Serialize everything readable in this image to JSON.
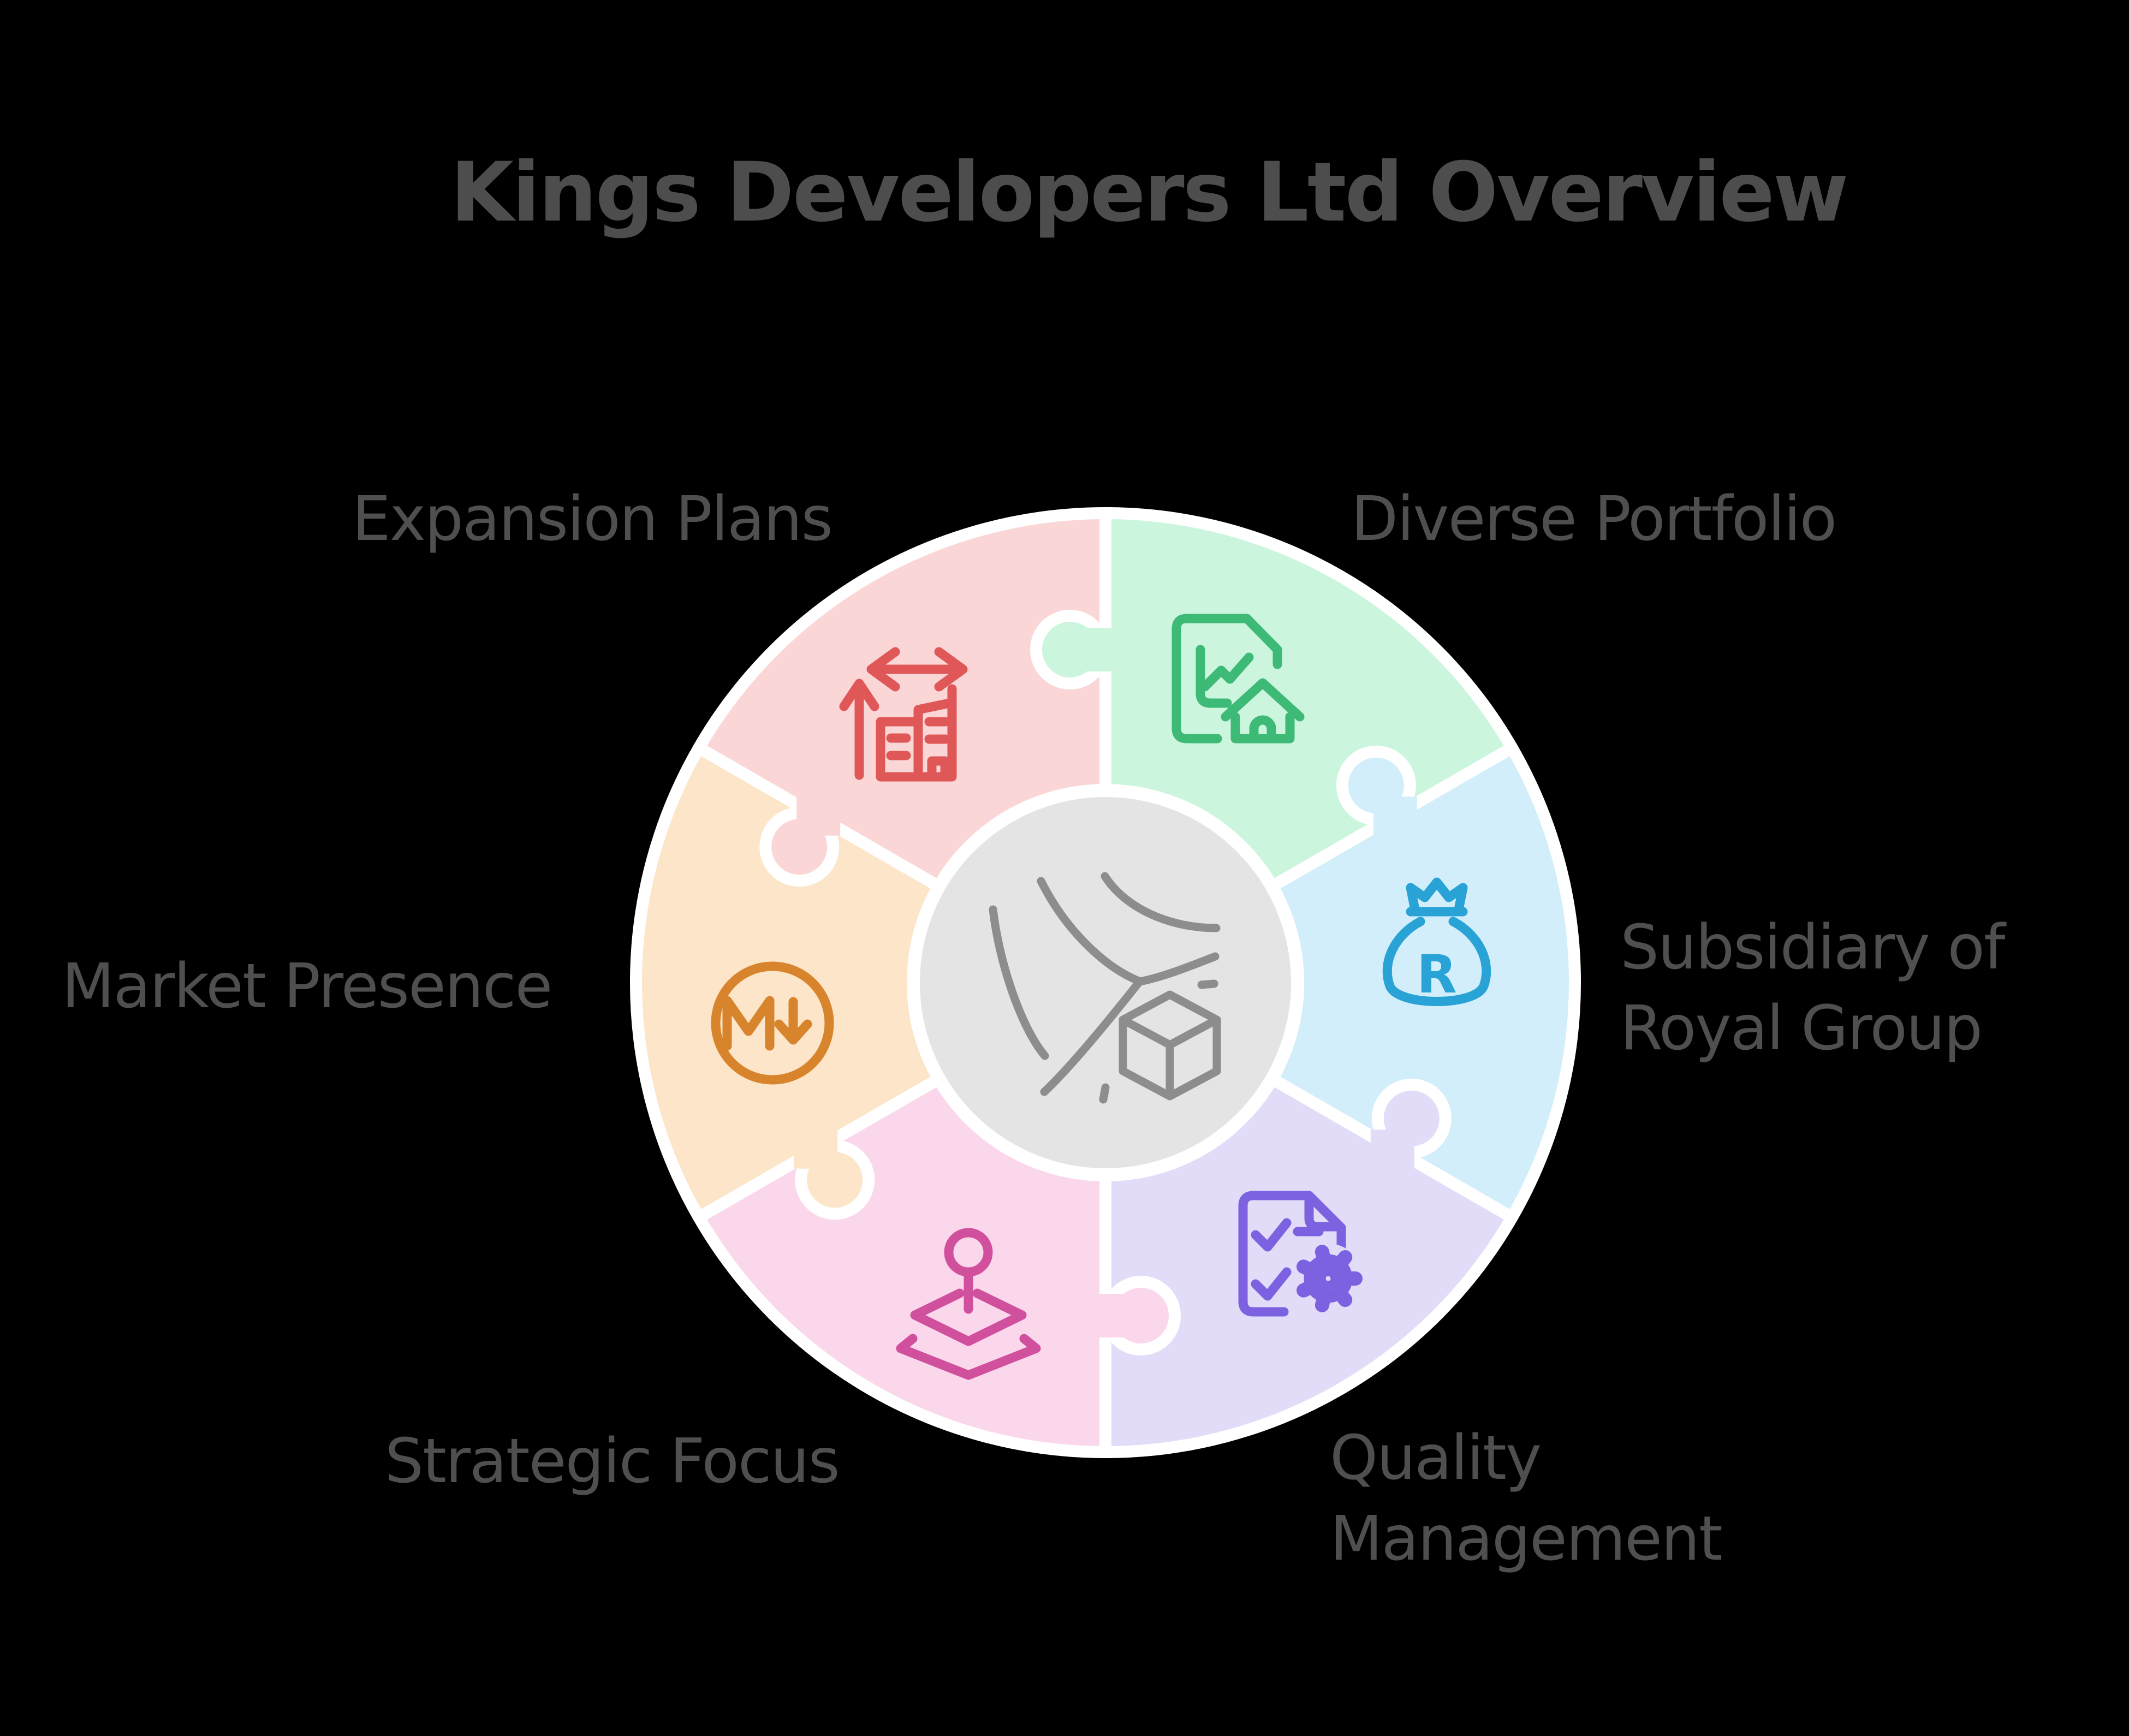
{
  "title": "Kings Developers Ltd Overview",
  "title_color": "#4d4d4d",
  "label_color": "#4f4f4f",
  "background_color": "#000000",
  "diagram": {
    "type": "puzzle-wheel",
    "center": {
      "fill": "#e5e4e4",
      "icon": "wind-cube-icon",
      "icon_color": "#8d8d8d"
    },
    "segments": [
      {
        "id": "expansion-plans",
        "label_lines": [
          "Expansion Plans"
        ],
        "fill": "#fbd6d6",
        "icon": "building-expansion-icon",
        "icon_color": "#e05757"
      },
      {
        "id": "diverse-portfolio",
        "label_lines": [
          "Diverse Portfolio"
        ],
        "fill": "#ccf5dd",
        "icon": "property-report-icon",
        "icon_color": "#3dba76"
      },
      {
        "id": "subsidiary-of-royal-group",
        "label_lines": [
          "Subsidiary of",
          "Royal Group"
        ],
        "fill": "#d2eefa",
        "icon": "money-bag-icon",
        "icon_text": "R",
        "icon_color": "#29a3d6"
      },
      {
        "id": "quality-management",
        "label_lines": [
          "Quality",
          "Management"
        ],
        "fill": "#e2dcf8",
        "icon": "checklist-gear-icon",
        "icon_color": "#7c62e0"
      },
      {
        "id": "strategic-focus",
        "label_lines": [
          "Strategic Focus"
        ],
        "fill": "#fbd7ec",
        "icon": "map-pin-layers-icon",
        "icon_color": "#d1509e"
      },
      {
        "id": "market-presence",
        "label_lines": [
          "Market Presence"
        ],
        "fill": "#fce5c8",
        "icon": "market-down-icon",
        "icon_text": "M",
        "icon_color": "#d8842d"
      }
    ]
  }
}
